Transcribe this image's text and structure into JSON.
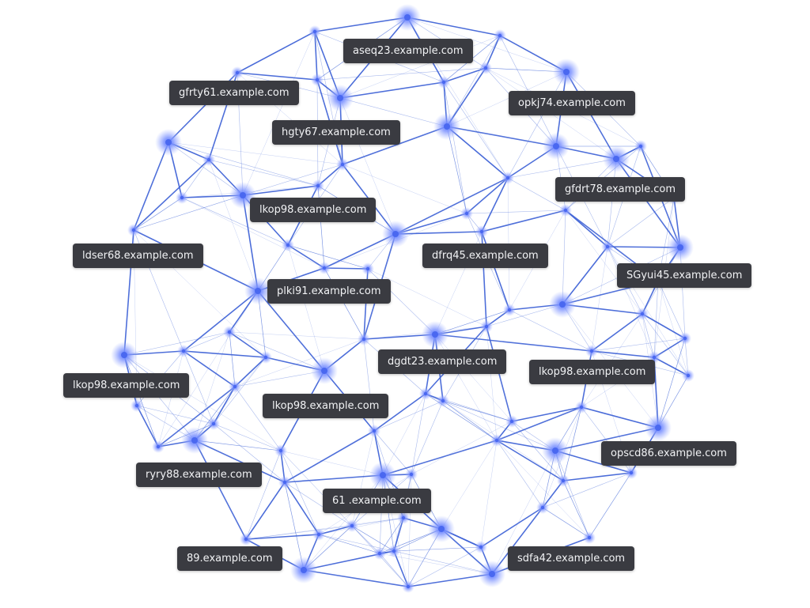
{
  "colors": {
    "background": "#ffffff",
    "line": "#3f63d6",
    "node_glow": "#6f87ff",
    "label_bg": "#3a3b41",
    "label_text": "#f2f3f5"
  },
  "labels": [
    {
      "id": "aseq23",
      "text": "aseq23.example.com"
    },
    {
      "id": "gfrty61",
      "text": "gfrty61.example.com"
    },
    {
      "id": "opkj74",
      "text": "opkj74.example.com"
    },
    {
      "id": "hgty67",
      "text": "hgty67.example.com"
    },
    {
      "id": "gfdrt78",
      "text": "gfdrt78.example.com"
    },
    {
      "id": "lkop98-a",
      "text": "lkop98.example.com"
    },
    {
      "id": "ldser68",
      "text": "ldser68.example.com"
    },
    {
      "id": "dfrq45",
      "text": "dfrq45.example.com"
    },
    {
      "id": "sgyui45",
      "text": "SGyui45.example.com"
    },
    {
      "id": "plki91",
      "text": "plki91.example.com"
    },
    {
      "id": "dgdt23",
      "text": "dgdt23.example.com"
    },
    {
      "id": "lkop98-b",
      "text": "lkop98.example.com"
    },
    {
      "id": "lkop98-c",
      "text": "lkop98.example.com"
    },
    {
      "id": "lkop98-d",
      "text": "lkop98.example.com"
    },
    {
      "id": "opscd86",
      "text": "opscd86.example.com"
    },
    {
      "id": "ryry88",
      "text": "ryry88.example.com"
    },
    {
      "id": "61",
      "text": "61 .example.com"
    },
    {
      "id": "89",
      "text": "89.example.com"
    },
    {
      "id": "sdfa42",
      "text": "sdfa42.example.com"
    }
  ]
}
